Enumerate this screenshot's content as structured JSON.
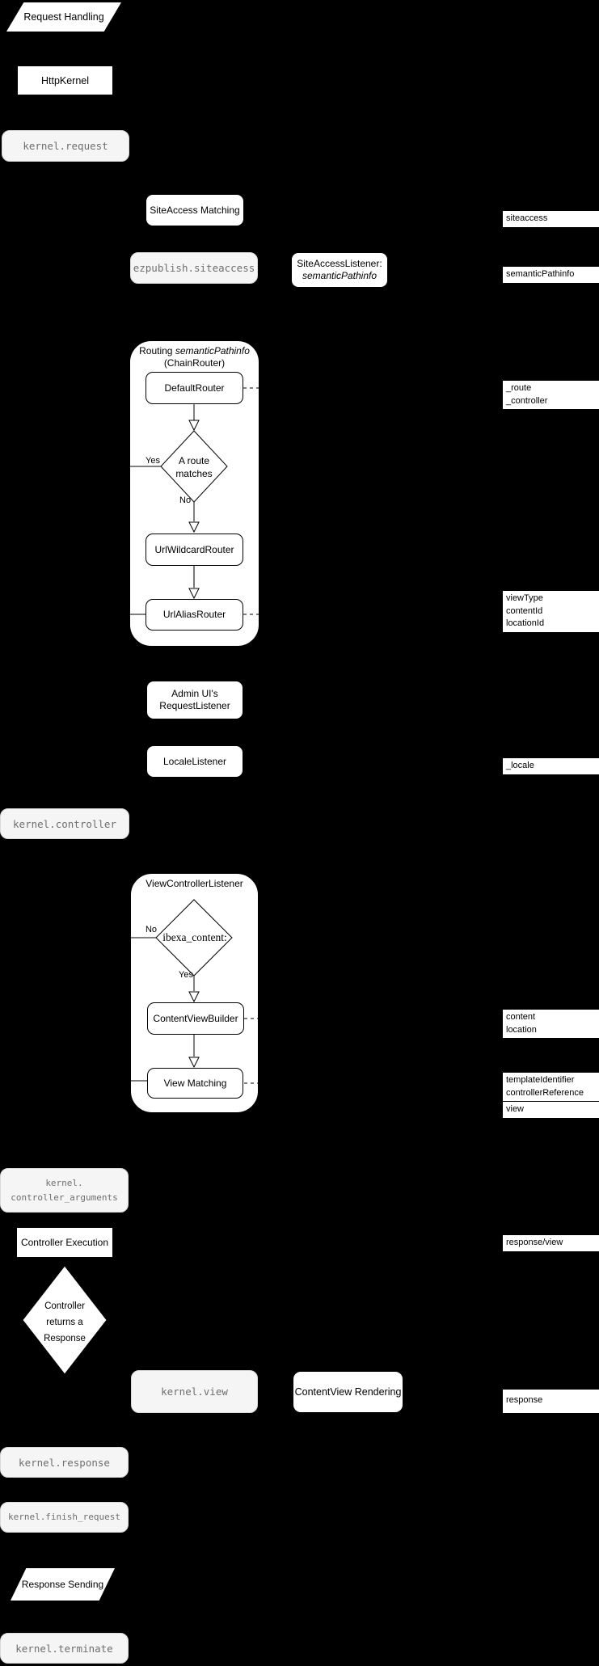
{
  "colors": {
    "background": "#000000",
    "shape_fill": "#ffffff",
    "shape_stroke": "#000000",
    "event_fill": "#f5f5f5",
    "event_text": "#6e6e6e"
  },
  "nodes": {
    "request_handling": {
      "label": "Request Handling"
    },
    "httpkernel": {
      "label": "HttpKernel"
    },
    "kernel_request": {
      "label": "kernel.request"
    },
    "siteaccess_matching": {
      "label": "SiteAccess Matching"
    },
    "ezpublish_siteaccess": {
      "label": "ezpublish.siteaccess"
    },
    "siteaccess_listener": {
      "line1": "SiteAccessListener:",
      "line2": "semanticPathinfo"
    },
    "routing_group": {
      "title_plain": "Routing ",
      "title_italic": "semanticPathinfo",
      "subtitle": "(ChainRouter)"
    },
    "default_router": {
      "label": "DefaultRouter"
    },
    "route_matches": {
      "line1": "A route",
      "line2": "matches",
      "yes": "Yes",
      "no": "No"
    },
    "url_wildcard_router": {
      "label": "UrlWildcardRouter"
    },
    "url_alias_router": {
      "label": "UrlAliasRouter"
    },
    "admin_request_listener": {
      "line1": "Admin UI's",
      "line2": "RequestListener"
    },
    "locale_listener": {
      "label": "LocaleListener"
    },
    "kernel_controller": {
      "label": "kernel.controller"
    },
    "view_controller_listener": {
      "title": "ViewControllerListener"
    },
    "ibexa_content": {
      "label": "ibexa_content:",
      "yes": "Yes",
      "no": "No"
    },
    "content_view_builder": {
      "label": "ContentViewBuilder"
    },
    "view_matching": {
      "label": "View Matching"
    },
    "kernel_controller_arguments": {
      "line1": "kernel.",
      "line2": "controller_arguments"
    },
    "controller_execution": {
      "label": "Controller Execution"
    },
    "controller_returns_response": {
      "line1": "Controller",
      "line2": "returns a",
      "line3": "Response"
    },
    "kernel_view": {
      "label": "kernel.view"
    },
    "contentview_rendering": {
      "label": "ContentView Rendering"
    },
    "kernel_response": {
      "label": "kernel.response"
    },
    "kernel_finish_request": {
      "label": "kernel.finish_request"
    },
    "response_sending": {
      "label": "Response Sending"
    },
    "kernel_terminate": {
      "label": "kernel.terminate"
    }
  },
  "side_labels": {
    "siteaccess": [
      "siteaccess"
    ],
    "semantic_pathinfo": [
      "semanticPathinfo"
    ],
    "route_controller": [
      "_route",
      "_controller"
    ],
    "view_params": [
      "viewType",
      "contentId",
      "locationId"
    ],
    "locale": [
      "_locale"
    ],
    "content_location": [
      "content",
      "location"
    ],
    "template_controller": [
      "templateIdentifier",
      "controllerReference"
    ],
    "view": [
      "view"
    ],
    "response_view": [
      "response/view"
    ],
    "response": [
      "response"
    ]
  }
}
